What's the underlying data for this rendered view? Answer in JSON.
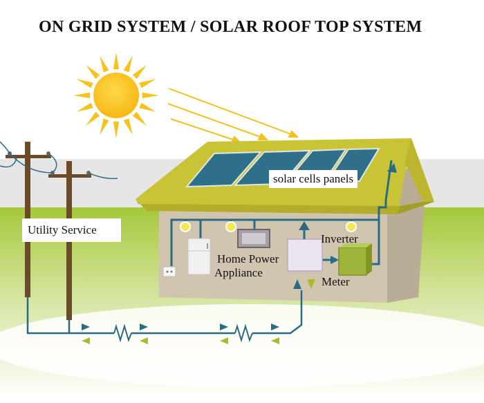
{
  "title": "ON GRID SYSTEM / SOLAR ROOF TOP SYSTEM",
  "labels": {
    "utility_service": "Utility Service",
    "solar_panels": "solar cells panels",
    "home_power_line1": "Home Power",
    "home_power_line2": "Appliance",
    "inverter": "Inverter",
    "meter": "Meter"
  },
  "colors": {
    "sun": "#f7c21a",
    "roof": "#c9c436",
    "wall": "#d2c5b0",
    "panel": "#2f6f8a",
    "wire": "#2a6a82",
    "ground": "#a8cc3c",
    "pole": "#6b4a2a",
    "meter": "#9cb53a"
  }
}
